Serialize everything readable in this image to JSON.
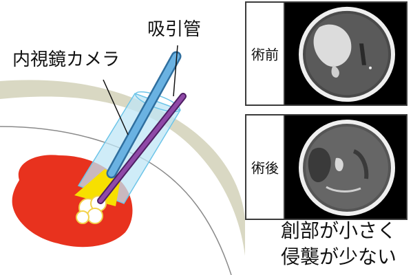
{
  "labels": {
    "endoscope": "内視鏡カメラ",
    "suction": "吸引管",
    "preop": "術前",
    "postop": "術後",
    "caption_line1": "創部が小さく",
    "caption_line2": "侵襲が少ない"
  },
  "colors": {
    "skull": "#d9d8c3",
    "hematoma": "#e8321e",
    "light_beam": "#f7e000",
    "endoscope_sheath": "#bfe6f5",
    "endoscope_rod": "#5aa6d8",
    "suction_tube": "#7b3a8f",
    "ct_background": "#000000"
  },
  "icons": {
    "clot": "clot-blob",
    "ct_scan": "brain-ct-slice"
  }
}
